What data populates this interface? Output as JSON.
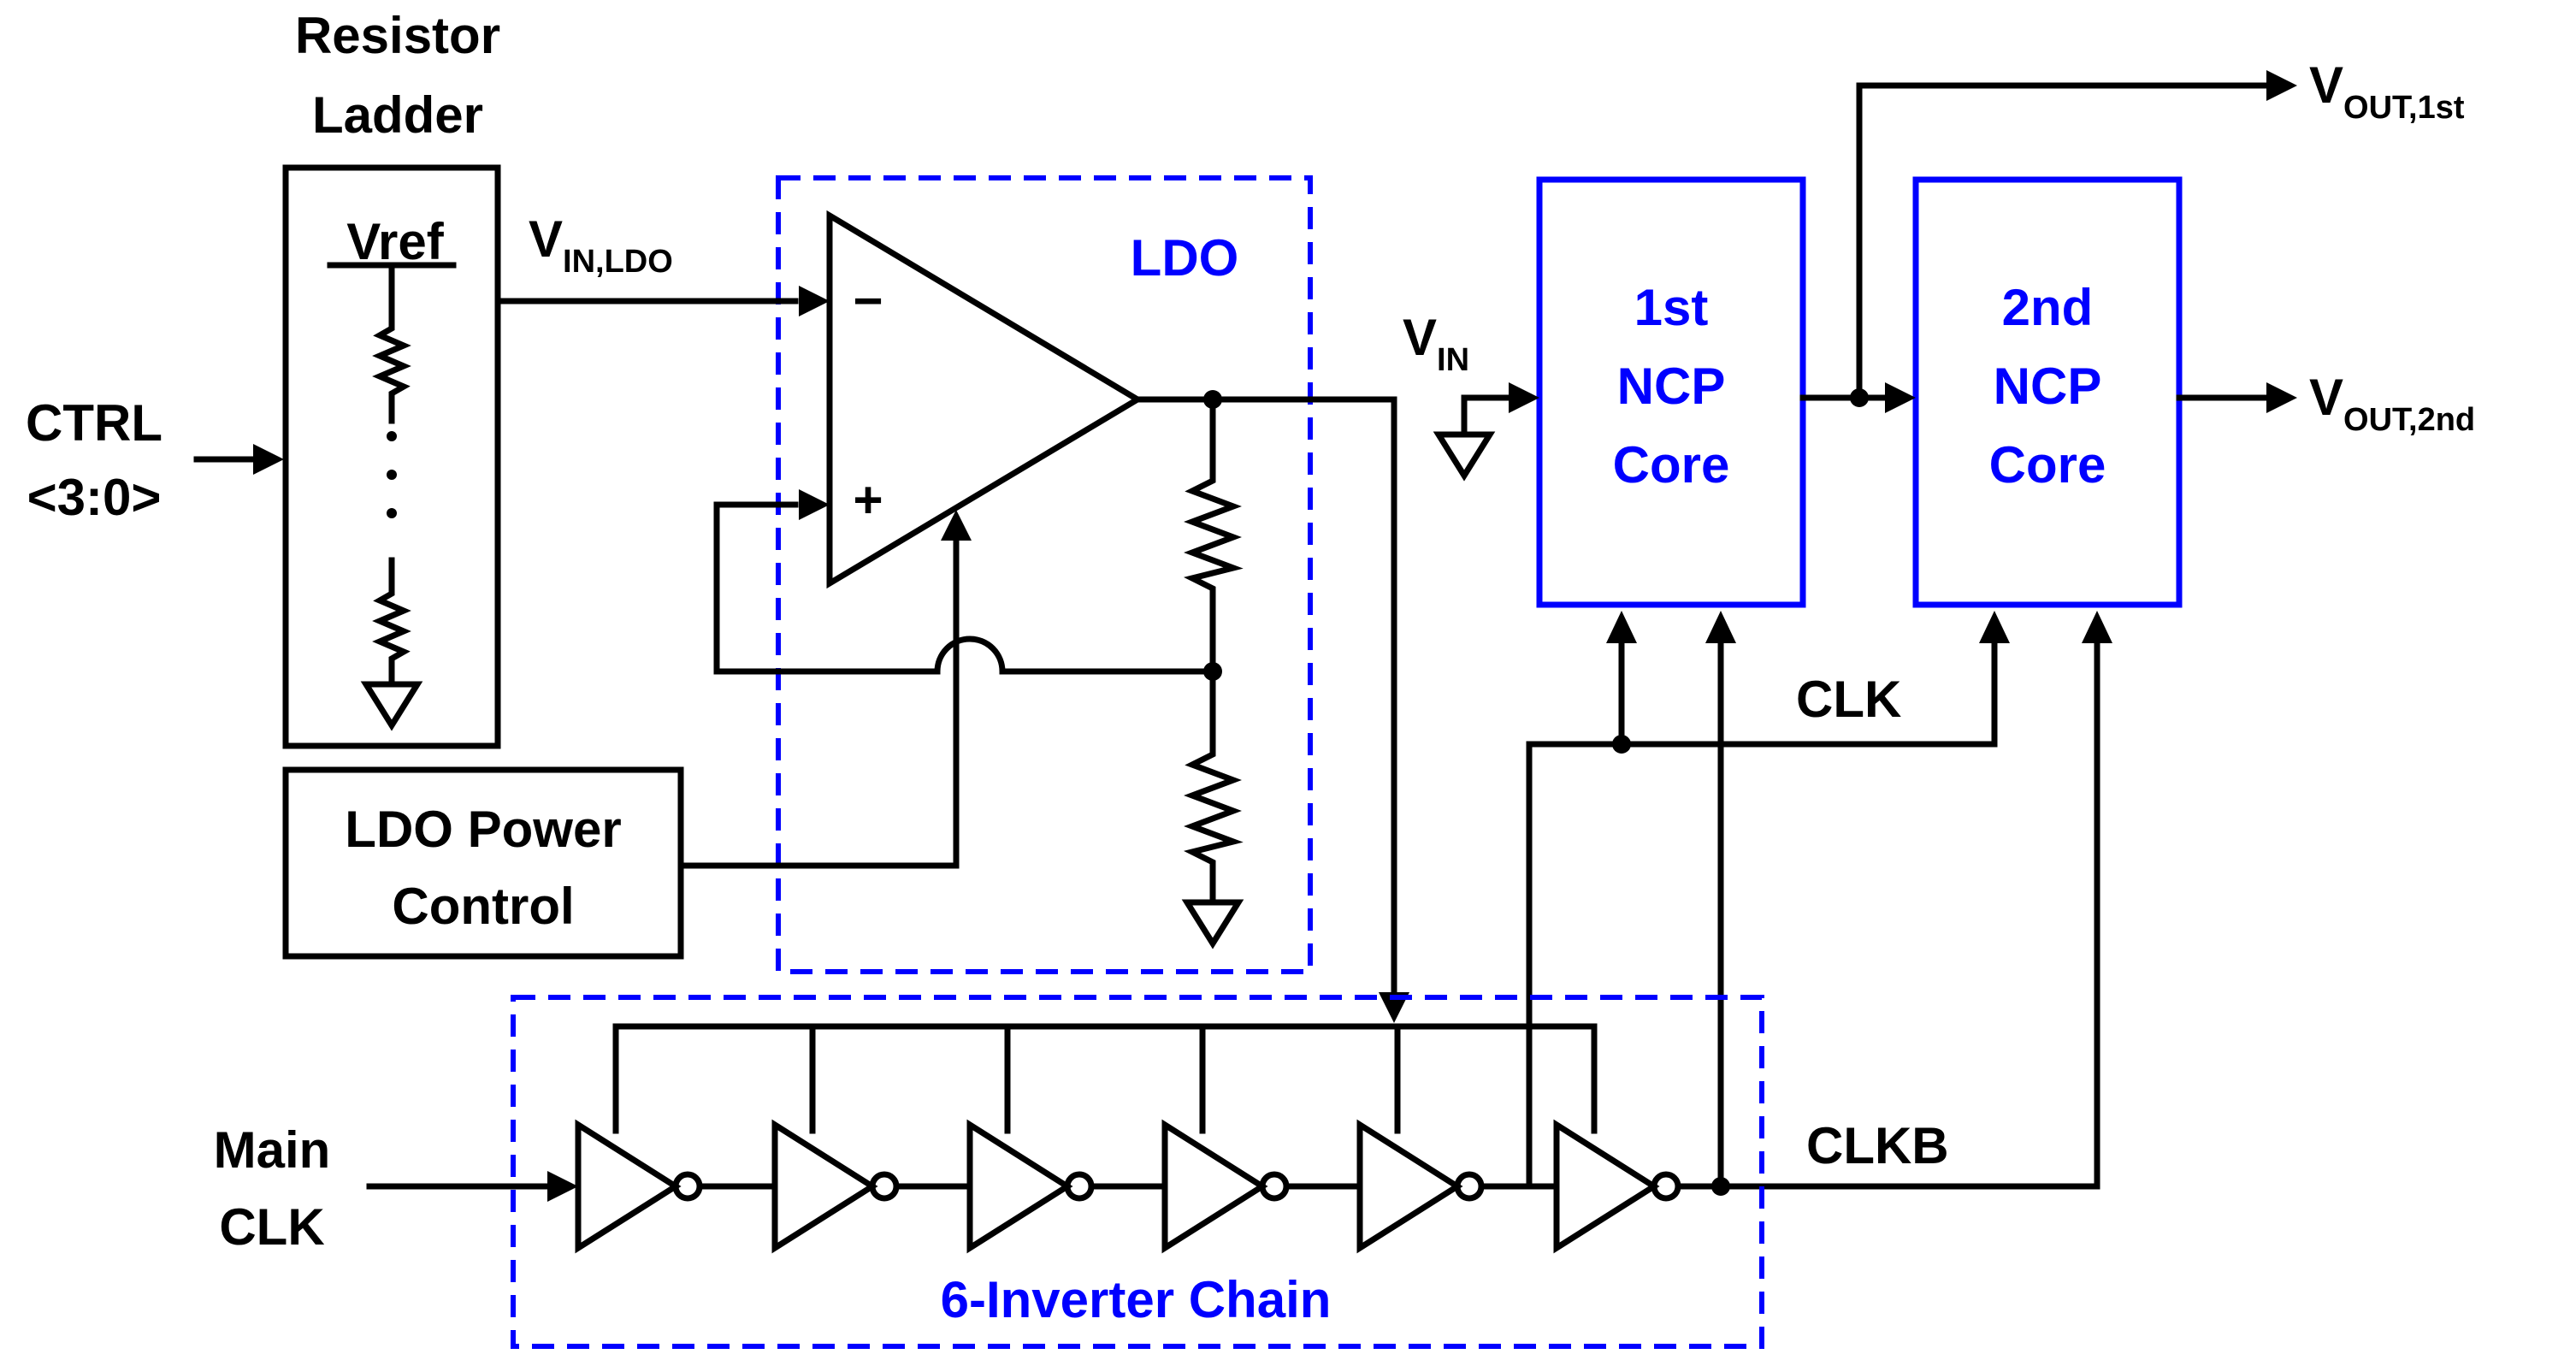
{
  "blocks": {
    "resistor_ladder": {
      "line1": "Resistor",
      "line2": "Ladder",
      "vref": "Vref"
    },
    "ldo_power_control": {
      "line1": "LDO Power",
      "line2": "Control"
    },
    "ldo": {
      "label": "LDO",
      "minus": "−",
      "plus": "+"
    },
    "ncp1": {
      "line1": "1st",
      "line2": "NCP",
      "line3": "Core"
    },
    "ncp2": {
      "line1": "2nd",
      "line2": "NCP",
      "line3": "Core"
    },
    "inverter_chain": {
      "label": "6-Inverter Chain"
    }
  },
  "signals": {
    "ctrl": {
      "line1": "CTRL",
      "line2": "<3:0>"
    },
    "vin_ldo": {
      "main": "V",
      "sub": "IN,LDO"
    },
    "vin": {
      "main": "V",
      "sub": "IN"
    },
    "vout1": {
      "main": "V",
      "sub": "OUT,1st"
    },
    "vout2": {
      "main": "V",
      "sub": "OUT,2nd"
    },
    "clk": "CLK",
    "clkb": "CLKB",
    "main_clk": {
      "line1": "Main",
      "line2": "CLK"
    }
  },
  "colors": {
    "wire": "#000000",
    "block_accent": "#0000ff"
  }
}
